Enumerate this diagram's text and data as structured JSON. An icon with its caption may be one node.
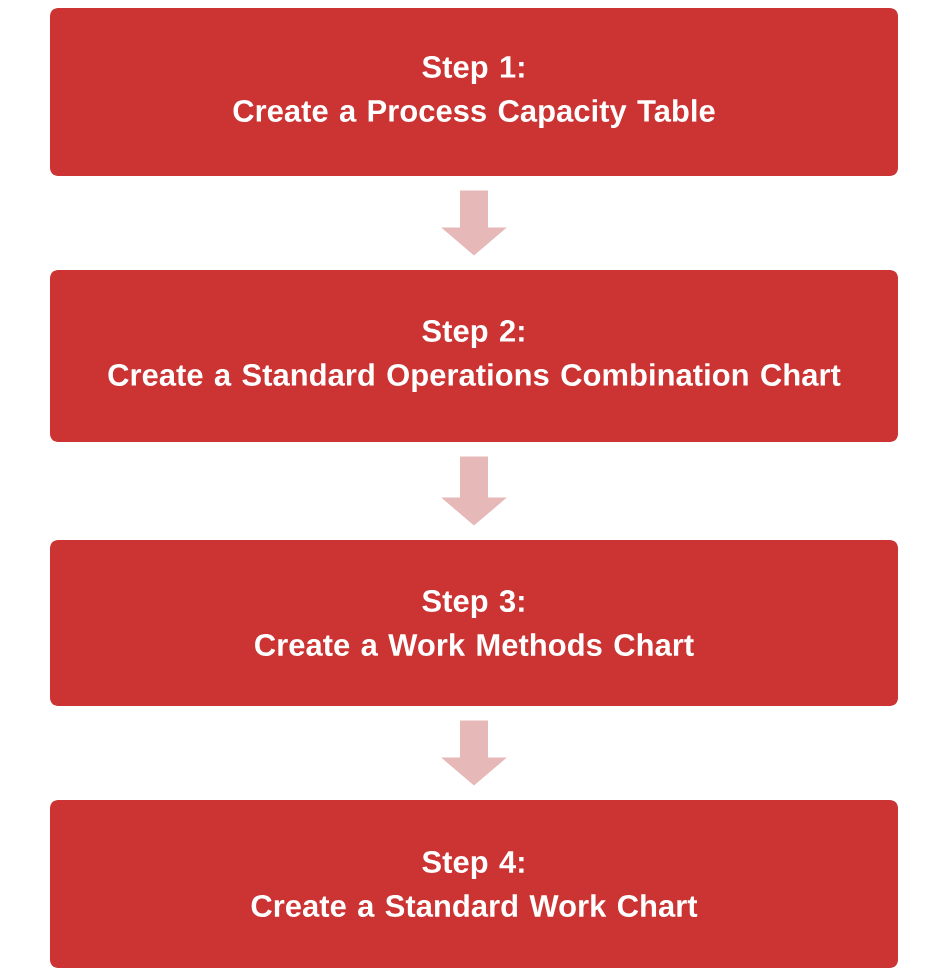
{
  "diagram": {
    "nodes": [
      {
        "text": [
          "Step 1:",
          "Create a Process Capacity Table"
        ]
      },
      {
        "text": [
          "Step 2:",
          "Create a Standard Operations Combination Chart"
        ]
      },
      {
        "text": [
          "Step 3:",
          "Create a Work Methods Chart"
        ]
      },
      {
        "text": [
          "Step 4:",
          "Create a Standard Work Chart"
        ]
      }
    ],
    "edges": [
      {
        "from": 0,
        "to": 1,
        "arrow": "to"
      },
      {
        "from": 1,
        "to": 2,
        "arrow": "to"
      },
      {
        "from": 2,
        "to": 3,
        "arrow": "to"
      }
    ]
  }
}
